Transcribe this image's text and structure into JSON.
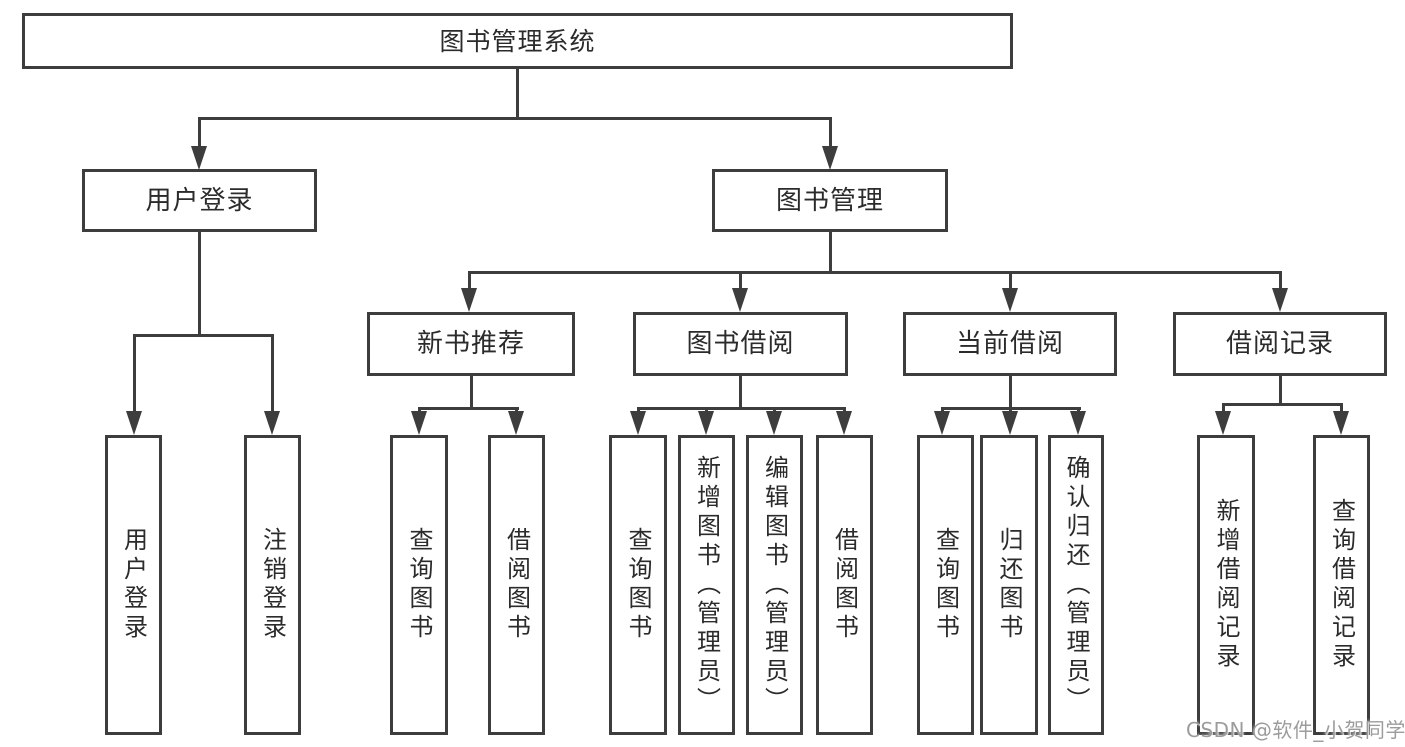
{
  "diagram_title": "图书管理系统",
  "nodes": {
    "root": "图书管理系统",
    "user_login": "用户登录",
    "book_management": "图书管理",
    "leaf_user_login": "用户登录",
    "leaf_logout": "注销登录",
    "new_book_recommendation": "新书推荐",
    "book_borrowing": "图书借阅",
    "current_borrowing": "当前借阅",
    "borrowing_records": "借阅记录",
    "nb_query_book": "查询图书",
    "nb_borrow_book": "借阅图书",
    "bb_query_book": "查询图书",
    "bb_add_book": "新增图书（管理员）",
    "bb_edit_book": "编辑图书（管理员）",
    "bb_borrow_book": "借阅图书",
    "cb_query_book": "查询图书",
    "cb_return_book": "归还图书",
    "cb_confirm_return": "确认归还（管理员）",
    "br_add_record": "新增借阅记录",
    "br_query_record": "查询借阅记录"
  },
  "watermark": "CSDN @软件_小贺同学",
  "colors": {
    "line": "#3d3d3d",
    "box_border": "#3d3d3d",
    "text": "#2b2b2b",
    "watermark": "#9c9c9c",
    "background": "#ffffff"
  }
}
